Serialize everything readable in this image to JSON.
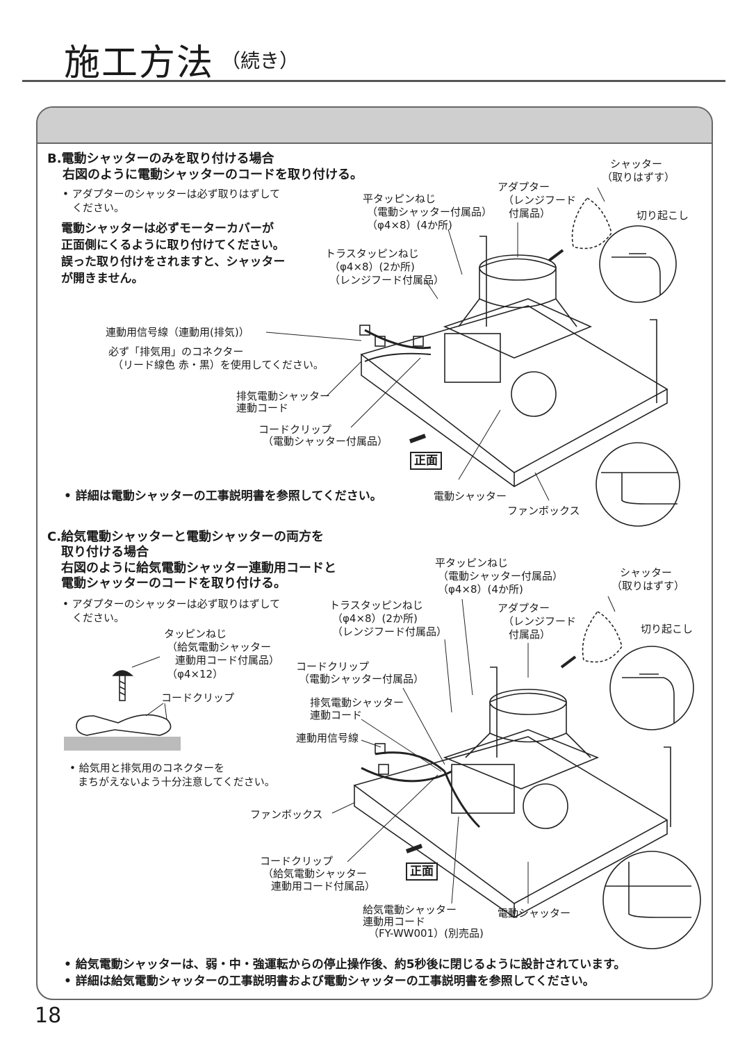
{
  "header": {
    "title": "施工方法",
    "subtitle": "（続き）"
  },
  "sectionB": {
    "heading": "B.電動シャッターのみを取り付ける場合",
    "instruction": "右図のように電動シャッターのコードを取り付ける。",
    "bullet_line1": "• アダプターのシャッターは必ず取りはずして",
    "bullet_line2": "ください。",
    "warning": [
      "電動シャッターは必ずモーターカバーが",
      "正面側にくるように取り付けてください。",
      "誤った取り付けをされますと、シャッター",
      "が開きません。"
    ],
    "labels": {
      "shutter_remove": [
        "シャッター",
        "（取りはずす）"
      ],
      "adapter": [
        "アダプター",
        "（レンジフード",
        "付属品）"
      ],
      "flat_screw": [
        "平タッピンねじ",
        "（電動シャッター付属品）",
        "（φ4×8）(4か所)"
      ],
      "cut_raise": "切り起こし",
      "truss_screw": [
        "トラスタッピンねじ",
        "（φ4×8）(2か所)",
        "（レンジフード付属品）"
      ],
      "signal_line": "連動用信号線（連動用(排気)）",
      "connector_note": [
        "必ず「排気用」のコネクター",
        "（リード線色 赤・黒）を使用してください。"
      ],
      "exhaust_cord": [
        "排気電動シャッター",
        "連動コード"
      ],
      "cord_clip": [
        "コードクリップ",
        "（電動シャッター付属品）"
      ],
      "front": "正面",
      "shutter": "電動シャッター",
      "fanbox": "ファンボックス"
    },
    "note": "• 詳細は電動シャッターの工事説明書を参照してください。"
  },
  "sectionC": {
    "heading_line1": "C.給気電動シャッターと電動シャッターの両方を",
    "heading_line2": "取り付ける場合",
    "instruction": [
      "右図のように給気電動シャッター連動用コードと",
      "電動シャッターのコードを取り付ける。"
    ],
    "bullet_line1": "• アダプターのシャッターは必ず取りはずして",
    "bullet_line2": "ください。",
    "tapping_screw": [
      "タッピンねじ",
      "（給気電動シャッター",
      "連動用コード付属品）",
      "（φ4×12）"
    ],
    "cord_clip_label": "コードクリップ",
    "caution": [
      "• 給気用と排気用のコネクターを",
      "まちがえないよう十分注意してください。"
    ],
    "labels": {
      "flat_screw": [
        "平タッピンねじ",
        "（電動シャッター付属品）",
        "（φ4×8）(4か所)"
      ],
      "shutter_remove": [
        "シャッター",
        "（取りはずす）"
      ],
      "truss_screw": [
        "トラスタッピンねじ",
        "（φ4×8）(2か所)",
        "（レンジフード付属品）"
      ],
      "adapter": [
        "アダプター",
        "（レンジフード",
        "付属品）"
      ],
      "cut_raise": "切り起こし",
      "cord_clip_top": [
        "コードクリップ",
        "（電動シャッター付属品）"
      ],
      "exhaust_cord": [
        "排気電動シャッター",
        "連動コード"
      ],
      "signal_line": "連動用信号線",
      "fanbox": "ファンボックス",
      "cord_clip_bottom": [
        "コードクリップ",
        "（給気電動シャッター",
        "連動用コード付属品）"
      ],
      "front": "正面",
      "supply_cord": [
        "給気電動シャッター",
        "連動用コード",
        "（FY-WW001）(別売品)"
      ],
      "shutter": "電動シャッター"
    },
    "notes": [
      "• 給気電動シャッターは、弱・中・強運転からの停止操作後、約5秒後に閉じるように設計されています。",
      "• 詳細は給気電動シャッターの工事説明書および電動シャッターの工事説明書を参照してください。"
    ]
  },
  "page_number": "18"
}
